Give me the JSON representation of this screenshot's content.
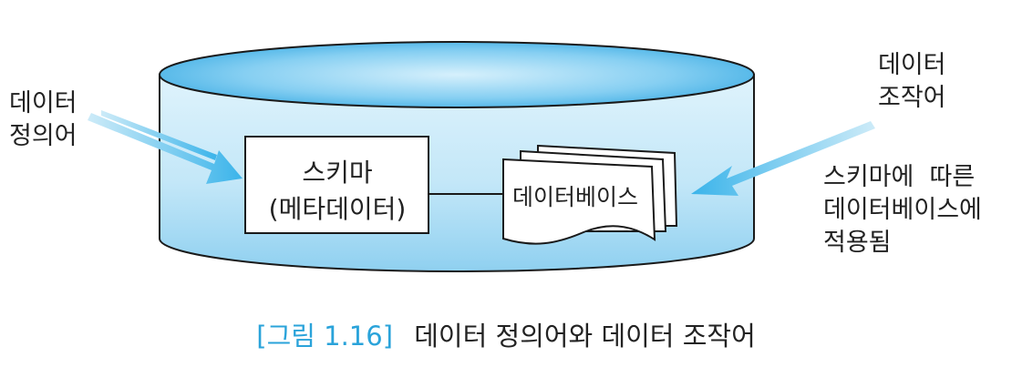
{
  "colors": {
    "cylinder_top": "#6cc3ee",
    "cylinder_body": "#bfe5f7",
    "arrow": "#3bb4ea",
    "caption_accent": "#2aa3da"
  },
  "labels": {
    "ddl": "데이터\n정의어",
    "dml": "데이터\n조작어",
    "apply": "스키마에  따른\n데이터베이스에\n적용됨"
  },
  "schema_box": {
    "title": "스키마",
    "subtitle": "(메타데이터)"
  },
  "database_doc": {
    "label": "데이터베이스"
  },
  "caption": {
    "figure": "[그림 1.16]",
    "text": "데이터 정의어와 데이터 조작어"
  }
}
